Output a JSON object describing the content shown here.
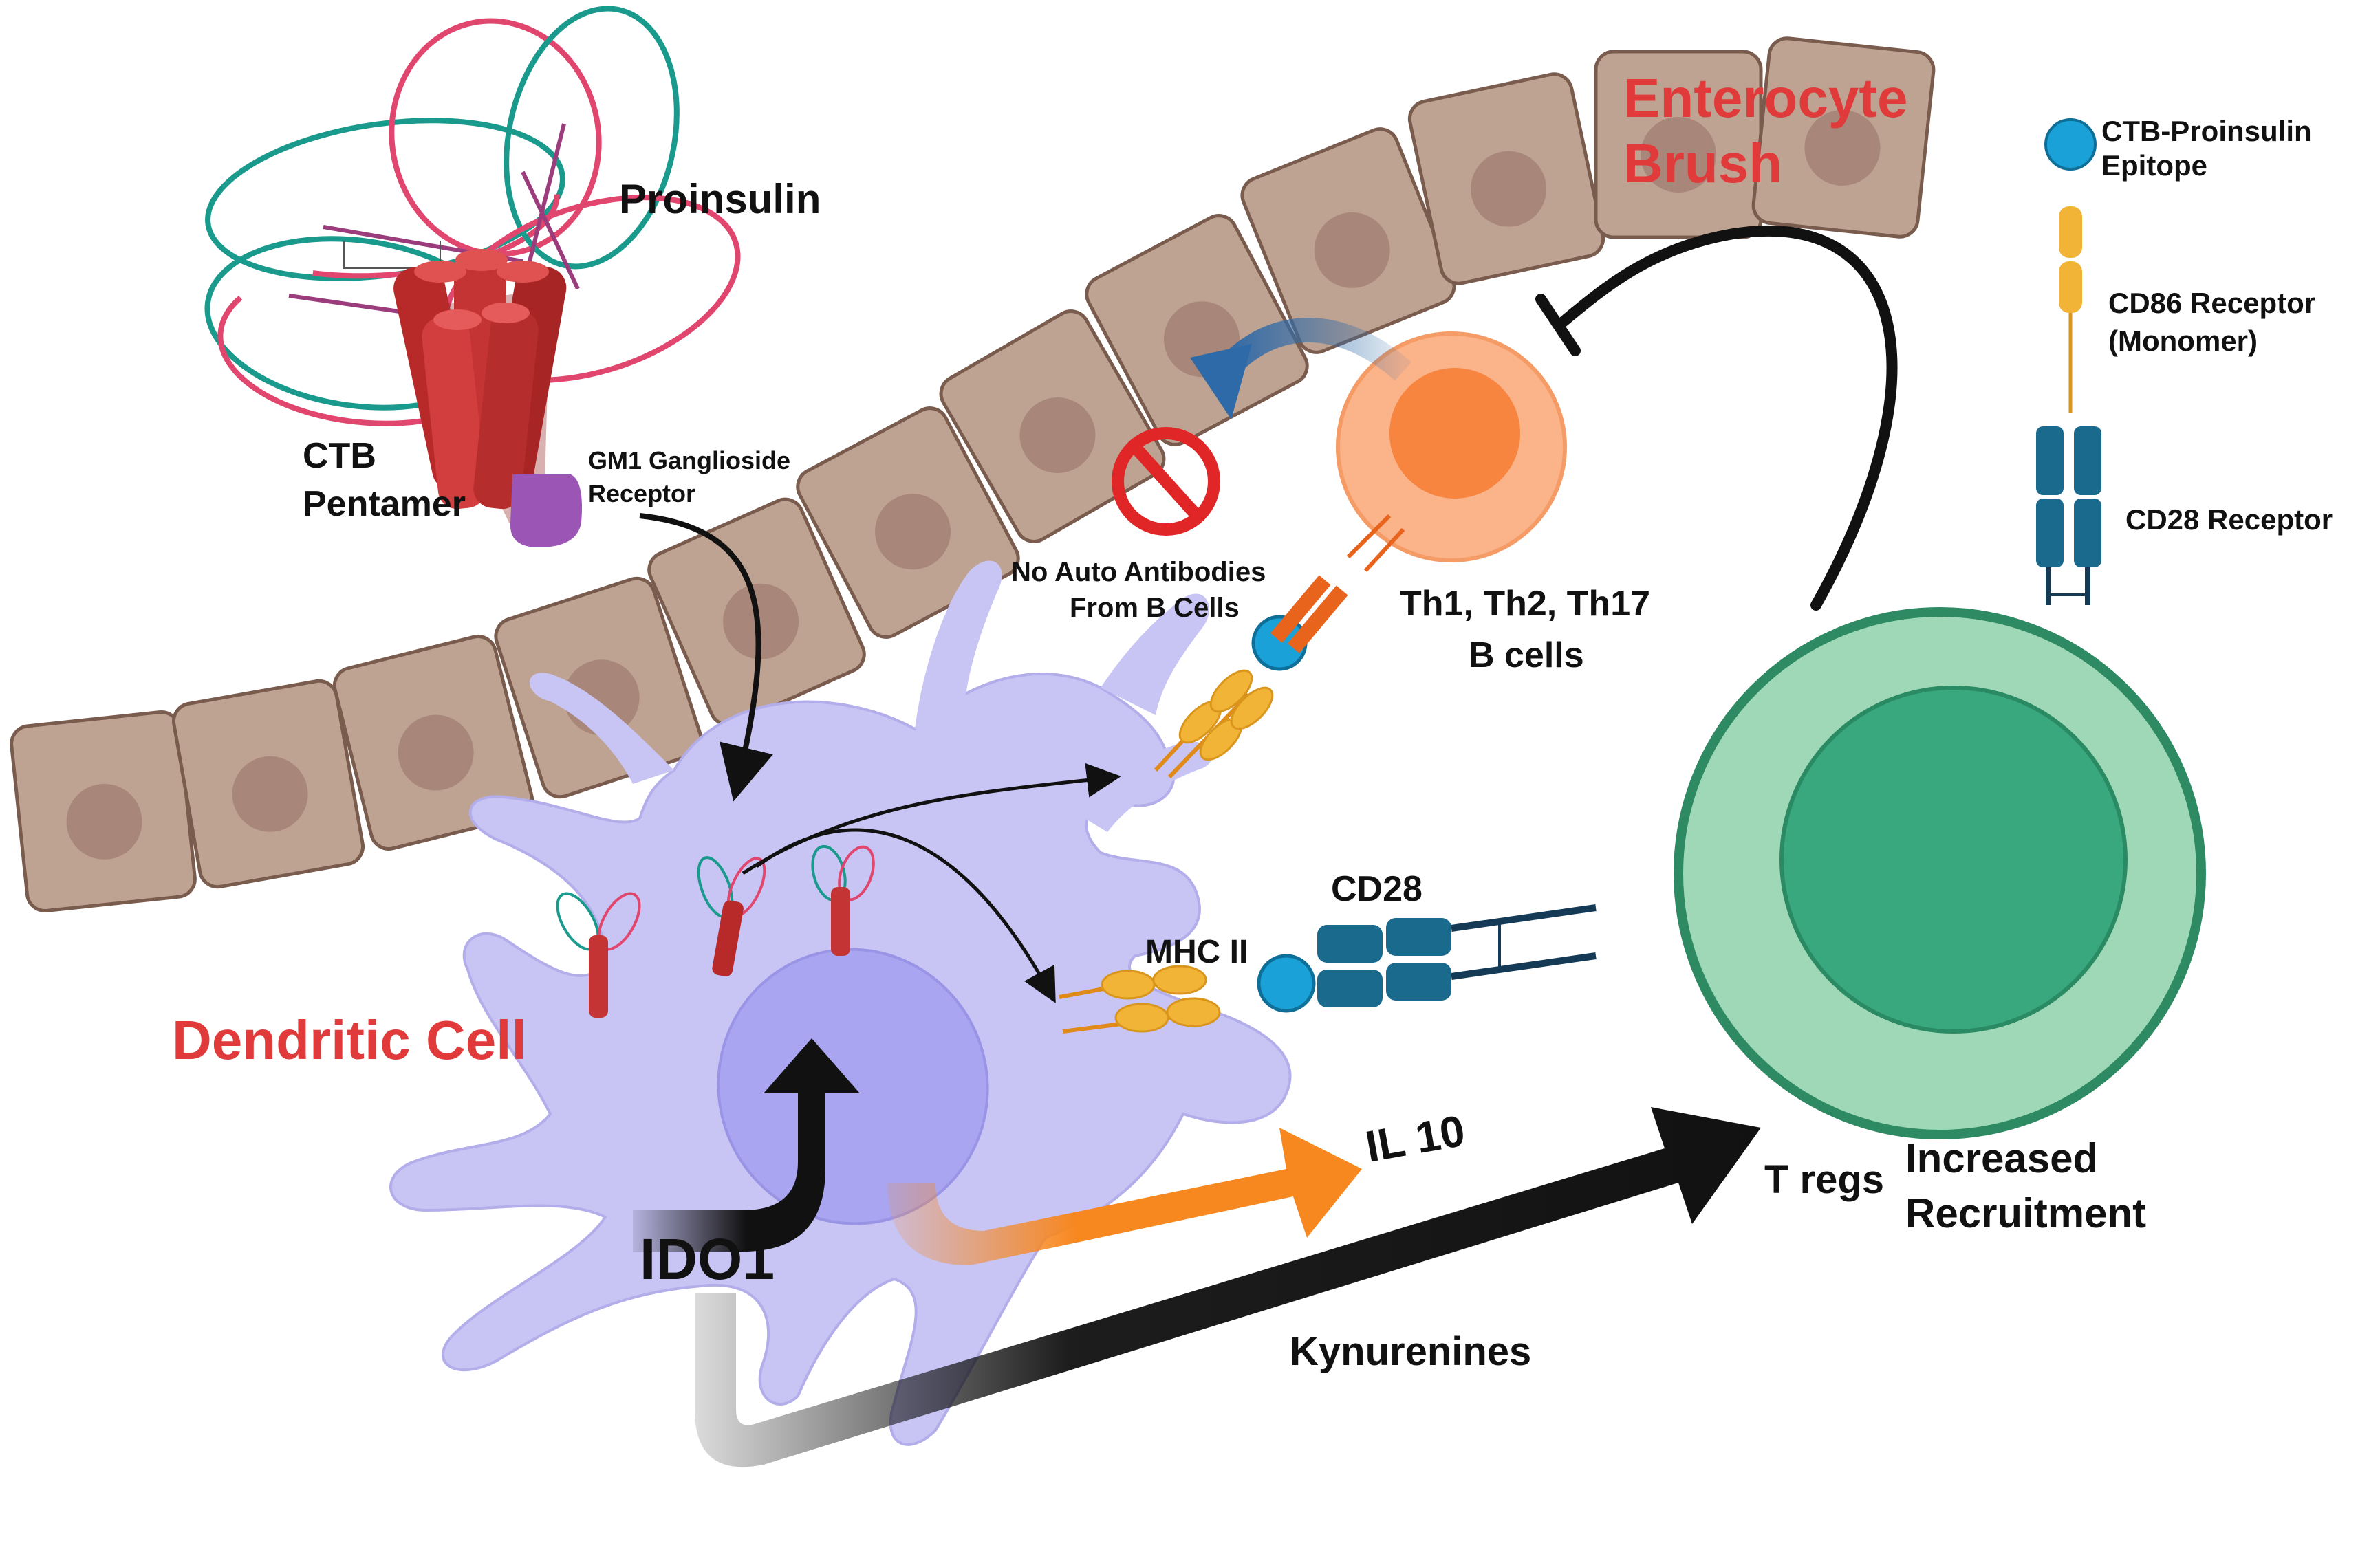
{
  "labels": {
    "enterocyte_line1": "Enterocyte",
    "enterocyte_line2": "Brush",
    "proinsulin": "Proinsulin",
    "ctb_line1": "CTB",
    "ctb_line2": "Pentamer",
    "gm1_line1": "GM1 Ganglioside",
    "gm1_line2": "Receptor",
    "no_auto_line1": "No Auto Antibodies",
    "no_auto_line2": "From B Cells",
    "th_line1": "Th1, Th2, Th17",
    "th_line2": "B cells",
    "mhc": "MHC II",
    "cd28": "CD28",
    "dendritic": "Dendritic Cell",
    "ido1": "IDO1",
    "il10": "IL 10",
    "tregs": "T regs",
    "increased_line1": "Increased",
    "increased_line2": "Recruitment",
    "kynurenines": "Kynurenines"
  },
  "legend": {
    "epitope_line1": "CTB-Proinsulin",
    "epitope_line2": "Epitope",
    "cd86_line1": "CD86 Receptor",
    "cd86_line2": "(Monomer)",
    "cd28_receptor": "CD28 Receptor"
  },
  "colors": {
    "enterocyte_fill": "#bfa392",
    "enterocyte_nucleus": "#a8877a",
    "dendritic_fill": "#c8c5f5",
    "orange_cell": "#fbb38a",
    "green_cell": "#9fd8b6",
    "green_nucleus": "#39a87e",
    "title_red": "#e03a3a",
    "ctb_red": "#b82a2a",
    "receptor_blue": "#1a6a8e",
    "cd86_yellow": "#f2b437",
    "epitope_blue": "#1aa2d8"
  }
}
